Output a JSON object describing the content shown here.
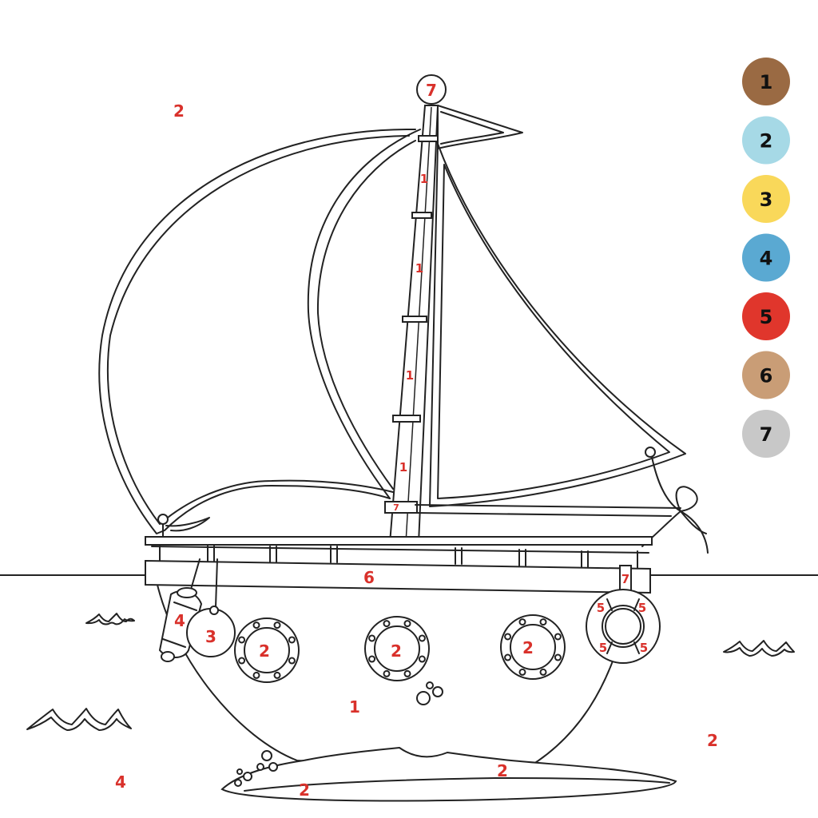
{
  "palette": [
    {
      "number": "1",
      "color": "#9a6a43"
    },
    {
      "number": "2",
      "color": "#a6d9e6"
    },
    {
      "number": "3",
      "color": "#f9d85a"
    },
    {
      "number": "4",
      "color": "#5aa9d2"
    },
    {
      "number": "5",
      "color": "#e0362c"
    },
    {
      "number": "6",
      "color": "#c99d76"
    },
    {
      "number": "7",
      "color": "#c8c8c8"
    }
  ],
  "regions": {
    "sky": "2",
    "sky_right": "2",
    "mast_top_ball": "7",
    "mast_segment_1": "1",
    "mast_segment_2": "1",
    "mast_segment_3": "1",
    "mast_segment_4": "1",
    "mast_band": "7",
    "deck_rail": "6",
    "rail_post": "7",
    "blue_buoy": "4",
    "yellow_buoy": "3",
    "porthole_left": "2",
    "porthole_middle": "2",
    "porthole_right": "2",
    "lifebuoy_tl": "5",
    "lifebuoy_tr": "5",
    "lifebuoy_bl": "5",
    "lifebuoy_br": "5",
    "hull": "1",
    "sea_left": "4",
    "wave_foam_right": "2",
    "wave_foam_bottom": "2"
  }
}
